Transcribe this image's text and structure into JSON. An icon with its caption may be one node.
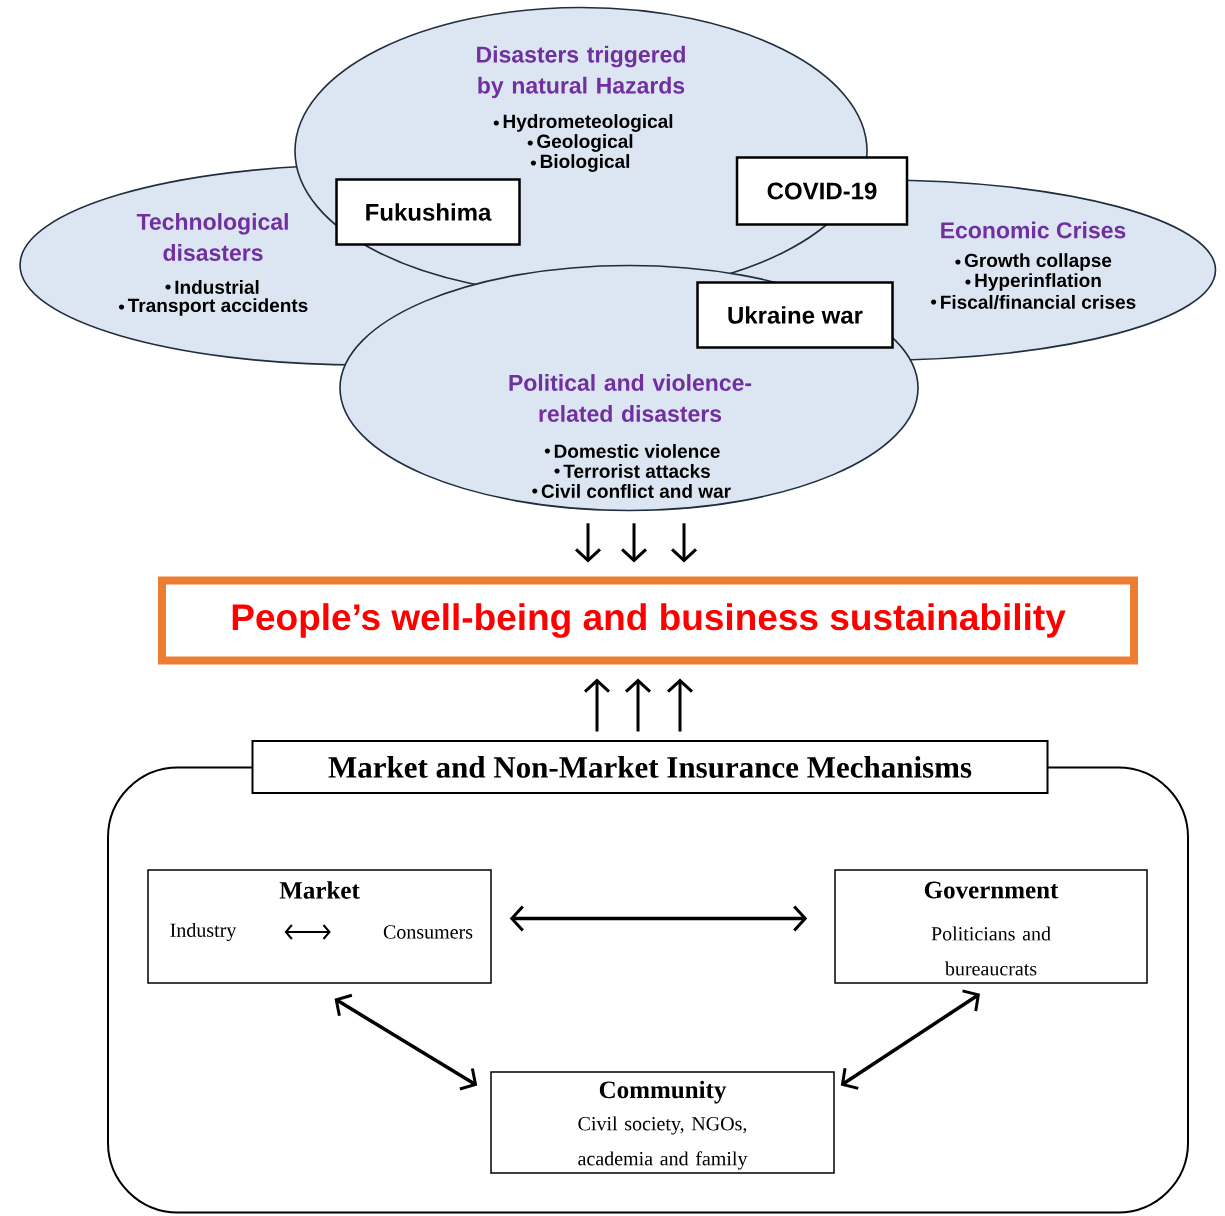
{
  "diagram": {
    "nodes": [
      {
        "text": [
          "Disasters triggered by natural Hazards",
          "Hydrometeological",
          "Geological",
          "Biological"
        ]
      },
      {
        "text": [
          "Technological disasters",
          "Industrial",
          "Transport accidents"
        ]
      },
      {
        "text": [
          "Economic Crises",
          "Growth collapse",
          "Hyperinflation",
          "Fiscal/financial crises"
        ]
      },
      {
        "text": [
          "Political and violence-related disasters",
          "Domestic violence",
          "Terrorist attacks",
          "Civil conflict and war"
        ]
      },
      {
        "text": [
          "Fukushima"
        ]
      },
      {
        "text": [
          "COVID-19"
        ]
      },
      {
        "text": [
          "Ukraine war"
        ]
      },
      {
        "text": [
          "People’s well-being and business sustainability"
        ]
      },
      {
        "text": [
          "Market and Non-Market Insurance Mechanisms"
        ]
      },
      {
        "text": [
          "Market"
        ],
        "in": 8
      },
      {
        "text": [
          "Industry"
        ],
        "in": 9
      },
      {
        "text": [
          "Consumers"
        ],
        "in": 9
      },
      {
        "text": [
          "Government",
          "Politicians and bureaucrats"
        ],
        "in": 8
      },
      {
        "text": [
          "Community",
          "Civil society, NGOs, academia and family"
        ],
        "in": 8
      }
    ],
    "edges": [
      {
        "from": 3,
        "to": 7,
        "arrow": "to"
      },
      {
        "from": 3,
        "to": 7,
        "arrow": "to"
      },
      {
        "from": 3,
        "to": 7,
        "arrow": "to"
      },
      {
        "from": 8,
        "to": 7,
        "arrow": "to"
      },
      {
        "from": 8,
        "to": 7,
        "arrow": "to"
      },
      {
        "from": 8,
        "to": 7,
        "arrow": "to"
      },
      {
        "from": 9,
        "to": 12,
        "arrow": "both"
      },
      {
        "from": 9,
        "to": 13,
        "arrow": "both"
      },
      {
        "from": 12,
        "to": 13,
        "arrow": "both"
      },
      {
        "from": 10,
        "to": 11,
        "arrow": "both"
      }
    ]
  }
}
